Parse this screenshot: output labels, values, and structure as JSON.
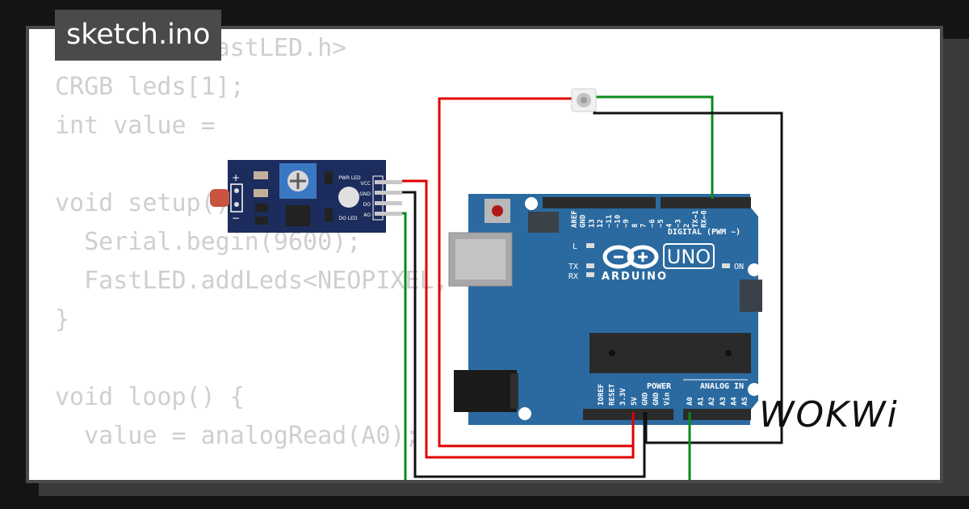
{
  "title": "sketch.ino",
  "code_lines": [
    "#include <FastLED.h>",
    "CRGB leds[1];",
    "int value = ",
    "",
    "void setup() {",
    "  Serial.begin(9600);",
    "  FastLED.addLeds<NEOPIXEL,",
    "}",
    "",
    "void loop() {",
    "  value = analogRead(A0);"
  ],
  "sensor": {
    "plus": "+",
    "minus": "−",
    "pins": [
      "VCC",
      "GND",
      "DO",
      "AO"
    ],
    "pwr_led": "PWR LED",
    "do_led": "DO LED"
  },
  "arduino": {
    "model": "UNO",
    "brand": "ARDUINO",
    "digital_label": "DIGITAL (PWM ~)",
    "power_label": "POWER",
    "analog_label": "ANALOG IN",
    "led_labels": [
      "L",
      "TX",
      "RX",
      "ON"
    ],
    "digital_pins": [
      "AREF",
      "GND",
      "13",
      "12",
      "~11",
      "~10",
      "~9",
      "8",
      "7",
      "~6",
      "~5",
      "4",
      "~3",
      "2",
      "TX→1",
      "RX←0"
    ],
    "power_pins": [
      "IOREF",
      "RESET",
      "3.3V",
      "5V",
      "GND",
      "GND",
      "Vin"
    ],
    "analog_pins": [
      "A0",
      "A1",
      "A2",
      "A3",
      "A4",
      "A5"
    ]
  },
  "brand": "WOKWi",
  "colors": {
    "board": "#2b6aa0",
    "wire_red": "#e00000",
    "wire_black": "#111111",
    "wire_green": "#0a8a1a",
    "sensor_pcb": "#1c2c5c"
  }
}
